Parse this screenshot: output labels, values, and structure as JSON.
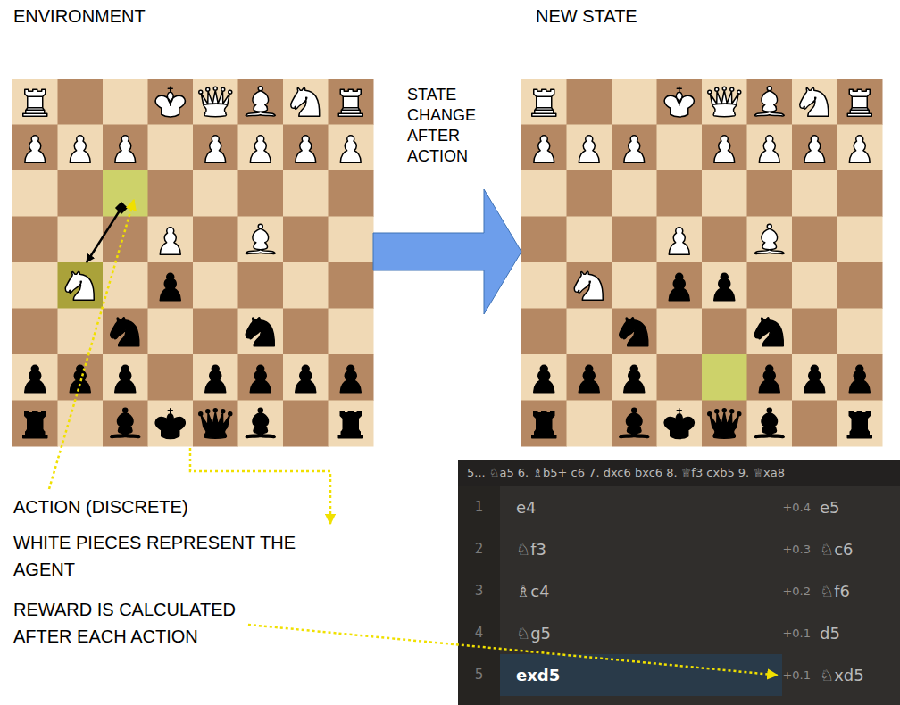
{
  "diagram": {
    "nodes": [
      {
        "text": [
          "ENVIRONMENT"
        ]
      },
      {
        "text": [
          "NEW STATE"
        ]
      },
      {
        "text": [
          "5... ♘a5 6. ♗b5+ c6 7. dxc6 bxc6 8. ♕f3 cxb5 9. ♕xa8",
          "1",
          "e4",
          "+0.4",
          "e5",
          "2",
          "♘f3",
          "+0.3",
          "♘c6",
          "3",
          "♗c4",
          "+0.2",
          "♘f6",
          "4",
          "♘g5",
          "+0.1",
          "d5",
          "5",
          "exd5",
          "+0.1",
          "♘xd5"
        ]
      }
    ],
    "edges": [
      {
        "from": 0,
        "to": 1,
        "arrow": "to",
        "label": "STATE CHANGE AFTER ACTION"
      }
    ],
    "labels": [
      "ACTION (DISCRETE)",
      "WHITE PIECES REPRESENT THE AGENT",
      "REWARD IS CALCULATED AFTER EACH ACTION"
    ]
  }
}
